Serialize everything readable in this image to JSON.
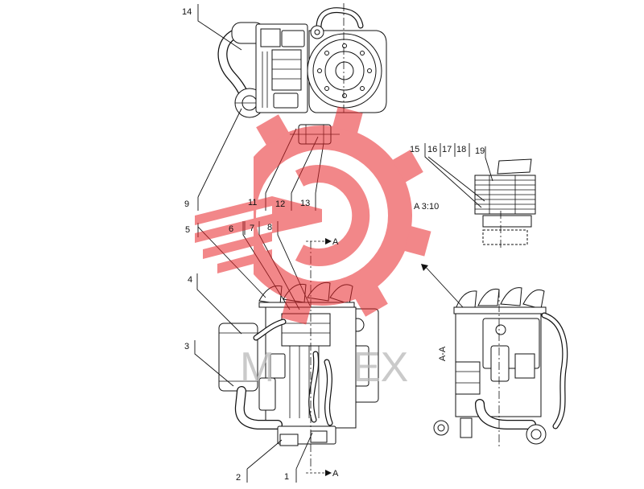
{
  "callouts": [
    "1",
    "2",
    "3",
    "4",
    "5",
    "6",
    "7",
    "8",
    "9",
    "11",
    "12",
    "13",
    "14",
    "15",
    "16",
    "17",
    "18",
    "19"
  ],
  "detail_view_label": "A 3:10",
  "section_view_label": "A-A",
  "section_marker": "A",
  "watermark": {
    "left_text": "M",
    "right_text": "EX",
    "logo_color": "#e8262a",
    "text_color": "#b9b9b9"
  },
  "line_color": "#111111"
}
